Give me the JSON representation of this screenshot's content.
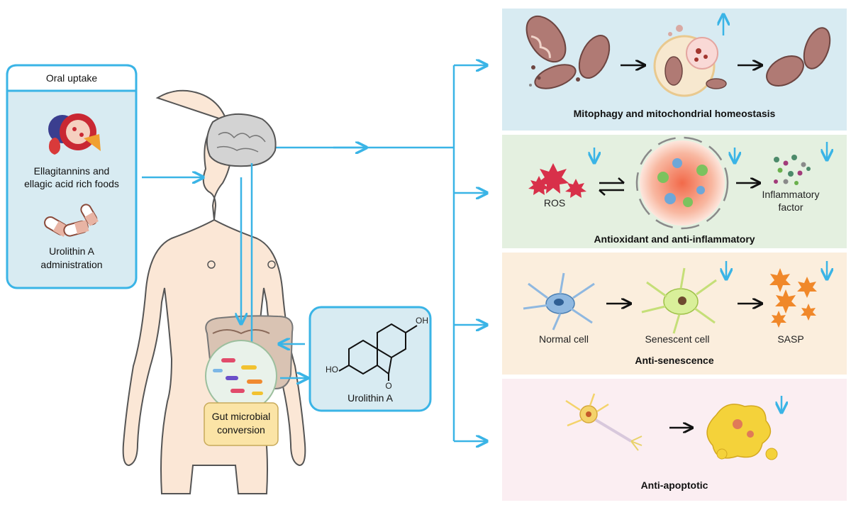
{
  "oral_uptake": {
    "header": "Oral uptake",
    "foods_label_line1": "Ellagitannins and",
    "foods_label_line2": "ellagic acid rich foods",
    "admin_label_line1": "Urolithin A",
    "admin_label_line2": "administration"
  },
  "gut": {
    "label_line1": "Gut microbial",
    "label_line2": "conversion"
  },
  "urolithin": {
    "name": "Urolithin A",
    "oh_top": "OH",
    "ho_left": "HO",
    "carbonyl": "O"
  },
  "panels": [
    {
      "title": "Mitophagy and mitochondrial homeostasis",
      "color": "#d8ebf2"
    },
    {
      "title": "Antioxidant and anti-inflammatory",
      "color": "#e4f0e0",
      "labels": [
        "ROS",
        "Inflammatory",
        "factor"
      ]
    },
    {
      "title": "Anti-senescence",
      "color": "#fbeedd",
      "labels": [
        "Normal cell",
        "Senescent cell",
        "SASP"
      ]
    },
    {
      "title": "Anti-apoptotic",
      "color": "#fbeef2"
    }
  ],
  "colors": {
    "arrow_blue": "#3ab4e6",
    "body_fill": "#fbe7d6",
    "body_stroke": "#555555",
    "gut_label_fill": "#fbe4a6"
  }
}
